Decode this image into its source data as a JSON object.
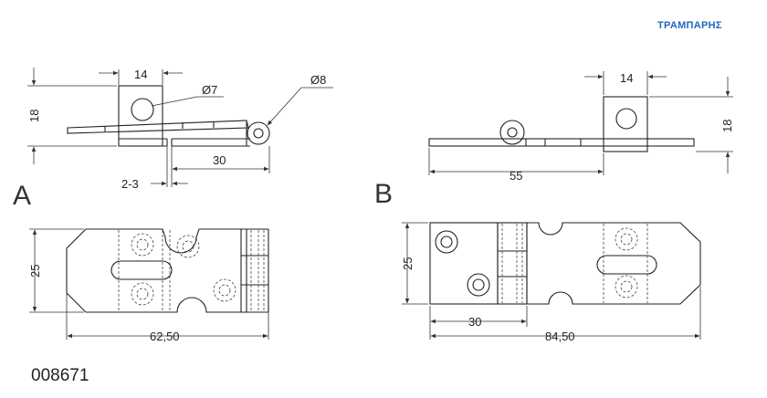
{
  "brand": "ΤΡΑΜΠΑΡΗΣ",
  "product_code": "008671",
  "colors": {
    "brand": "#1f66c2",
    "line": "#222222"
  },
  "view_a": {
    "label": "A",
    "dims": {
      "width_top": "14",
      "hole_dia": "Ø7",
      "pin_dia": "Ø8",
      "height": "18",
      "gap": "2-3",
      "length_30": "30",
      "width_plan": "25",
      "total_length": "62,50"
    }
  },
  "view_b": {
    "label": "B",
    "dims": {
      "width_top": "14",
      "height": "18",
      "length_55": "55",
      "width_plan": "25",
      "length_30": "30",
      "total_length": "84,50"
    }
  }
}
